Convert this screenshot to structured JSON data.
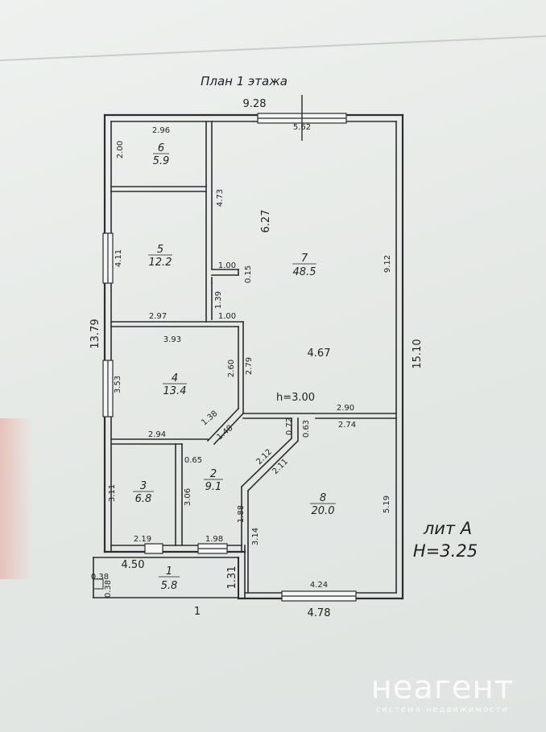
{
  "plan": {
    "title": "План 1 этажа",
    "lit_label": "лит А",
    "height_label": "H=3.25",
    "ceiling_label": "h=3.00",
    "overall_dims": {
      "top": "9.28",
      "left": "13.79",
      "right": "15.10",
      "bottom_left": "1",
      "bottom_right": "4.78"
    },
    "rooms": [
      {
        "num": "1",
        "area": "5.8"
      },
      {
        "num": "2",
        "area": "9.1"
      },
      {
        "num": "3",
        "area": "6.8"
      },
      {
        "num": "4",
        "area": "13.4"
      },
      {
        "num": "5",
        "area": "12.2"
      },
      {
        "num": "6",
        "area": "5.9"
      },
      {
        "num": "7",
        "area": "48.5"
      },
      {
        "num": "8",
        "area": "20.0"
      }
    ],
    "dims": {
      "d_296": "2.96",
      "d_200": "2.00",
      "d_562": "5.62",
      "d_473": "4.73",
      "d_627": "6.27",
      "d_411": "4.11",
      "d_100a": "1.00",
      "d_015": "0.15",
      "d_912": "9.12",
      "d_139": "1.39",
      "d_297": "2.97",
      "d_100b": "1.00",
      "d_393": "3.93",
      "d_467": "4.67",
      "d_353": "3.53",
      "d_260": "2.60",
      "d_279": "2.79",
      "d_290": "2.90",
      "d_072": "0.72",
      "d_063": "0.63",
      "d_274": "2.74",
      "d_138": "1.38",
      "d_148": "1.48",
      "d_294": "2.94",
      "d_065": "0.65",
      "d_212": "2.12",
      "d_211": "2.11",
      "d_311": "3.11",
      "d_306": "3.06",
      "d_188": "1.88",
      "d_314": "3.14",
      "d_519": "5.19",
      "d_219": "2.19",
      "d_198": "1.98",
      "d_450": "4.50",
      "d_131": "1.31",
      "d_038a": "0.38",
      "d_038b": "0.38",
      "d_424": "4.24"
    }
  },
  "watermark": {
    "name": "неагент",
    "subtitle": "система недвижимости"
  },
  "colors": {
    "wall": "#2a2c2f",
    "paper": "#e6e9e7",
    "ink": "#1d1f22"
  }
}
